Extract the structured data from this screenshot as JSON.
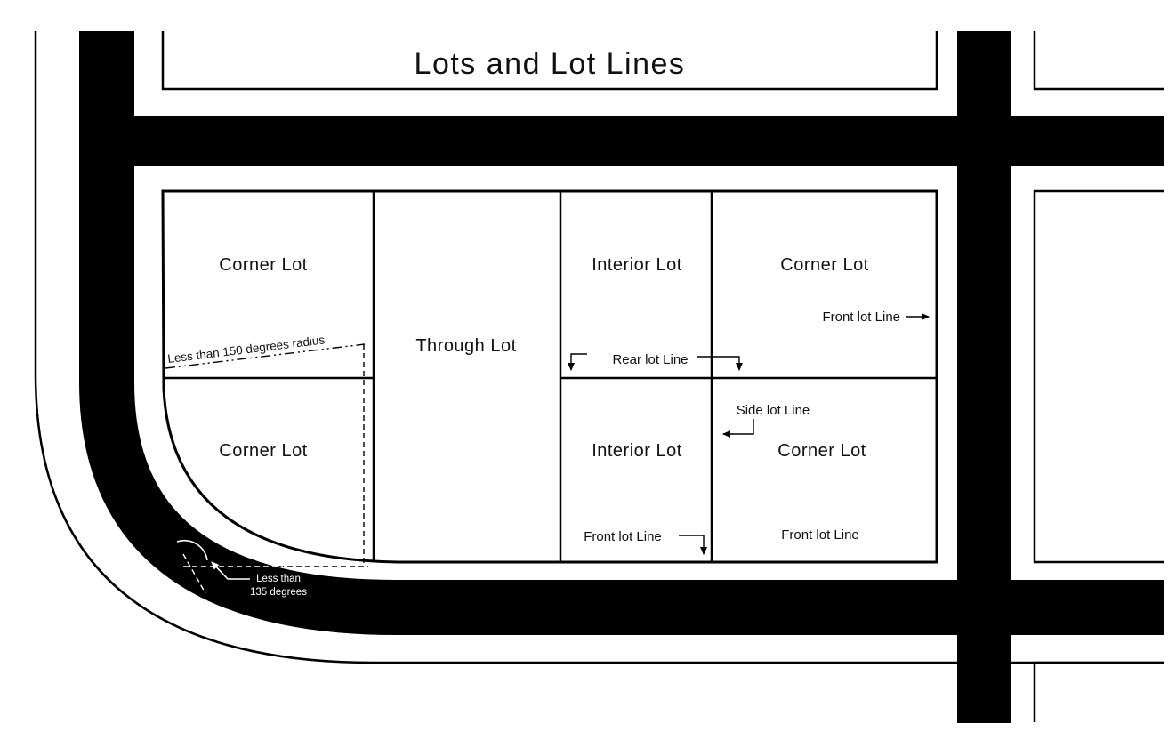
{
  "diagram": {
    "title": "Lots and Lot Lines",
    "lots": [
      {
        "name": "corner-lot-top-left",
        "label": "Corner Lot"
      },
      {
        "name": "through-lot",
        "label": "Through Lot"
      },
      {
        "name": "interior-lot-top",
        "label": "Interior Lot"
      },
      {
        "name": "corner-lot-top-right",
        "label": "Corner Lot"
      },
      {
        "name": "corner-lot-bottom-left",
        "label": "Corner Lot"
      },
      {
        "name": "interior-lot-bottom",
        "label": "Interior Lot"
      },
      {
        "name": "corner-lot-bottom-right",
        "label": "Corner Lot"
      }
    ],
    "annotations": {
      "front_lot_line_right": "Front lot Line",
      "rear_lot_line": "Rear lot Line",
      "side_lot_line": "Side lot Line",
      "front_lot_line_bottom": "Front lot Line",
      "front_lot_line_corner": "Front lot Line",
      "radius_note": "Less than 150 degrees radius",
      "angle_note_line1": "Less than",
      "angle_note_line2": "135 degrees"
    },
    "colors": {
      "street": "#000000",
      "background": "#ffffff",
      "line": "#111111"
    }
  }
}
